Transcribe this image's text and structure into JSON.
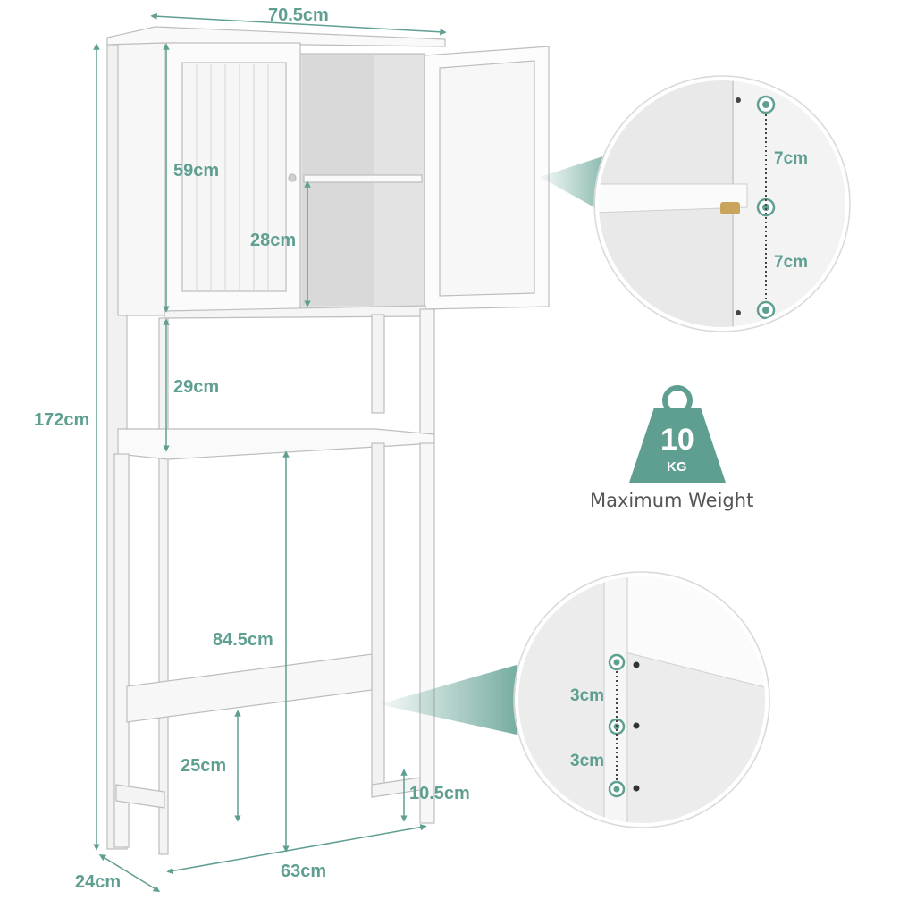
{
  "colors": {
    "accent": "#5f9f92",
    "cabinet": "#f4f4f4",
    "outline": "#bdbdbd"
  },
  "dimensions": {
    "top_width": "70.5cm",
    "total_height": "172cm",
    "cabinet_height": "59cm",
    "shelf_height": "28cm",
    "open_shelf_gap": "29cm",
    "clearance_height": "84.5cm",
    "crossbar_height": "25cm",
    "foot_height": "10.5cm",
    "depth": "24cm",
    "bottom_width": "63cm"
  },
  "detail_top": {
    "label_1": "7cm",
    "label_2": "7cm"
  },
  "detail_bottom": {
    "label_1": "3cm",
    "label_2": "3cm"
  },
  "weight": {
    "value": "10",
    "unit": "KG",
    "caption": "Maximum Weight",
    "icon": "weight-icon"
  }
}
